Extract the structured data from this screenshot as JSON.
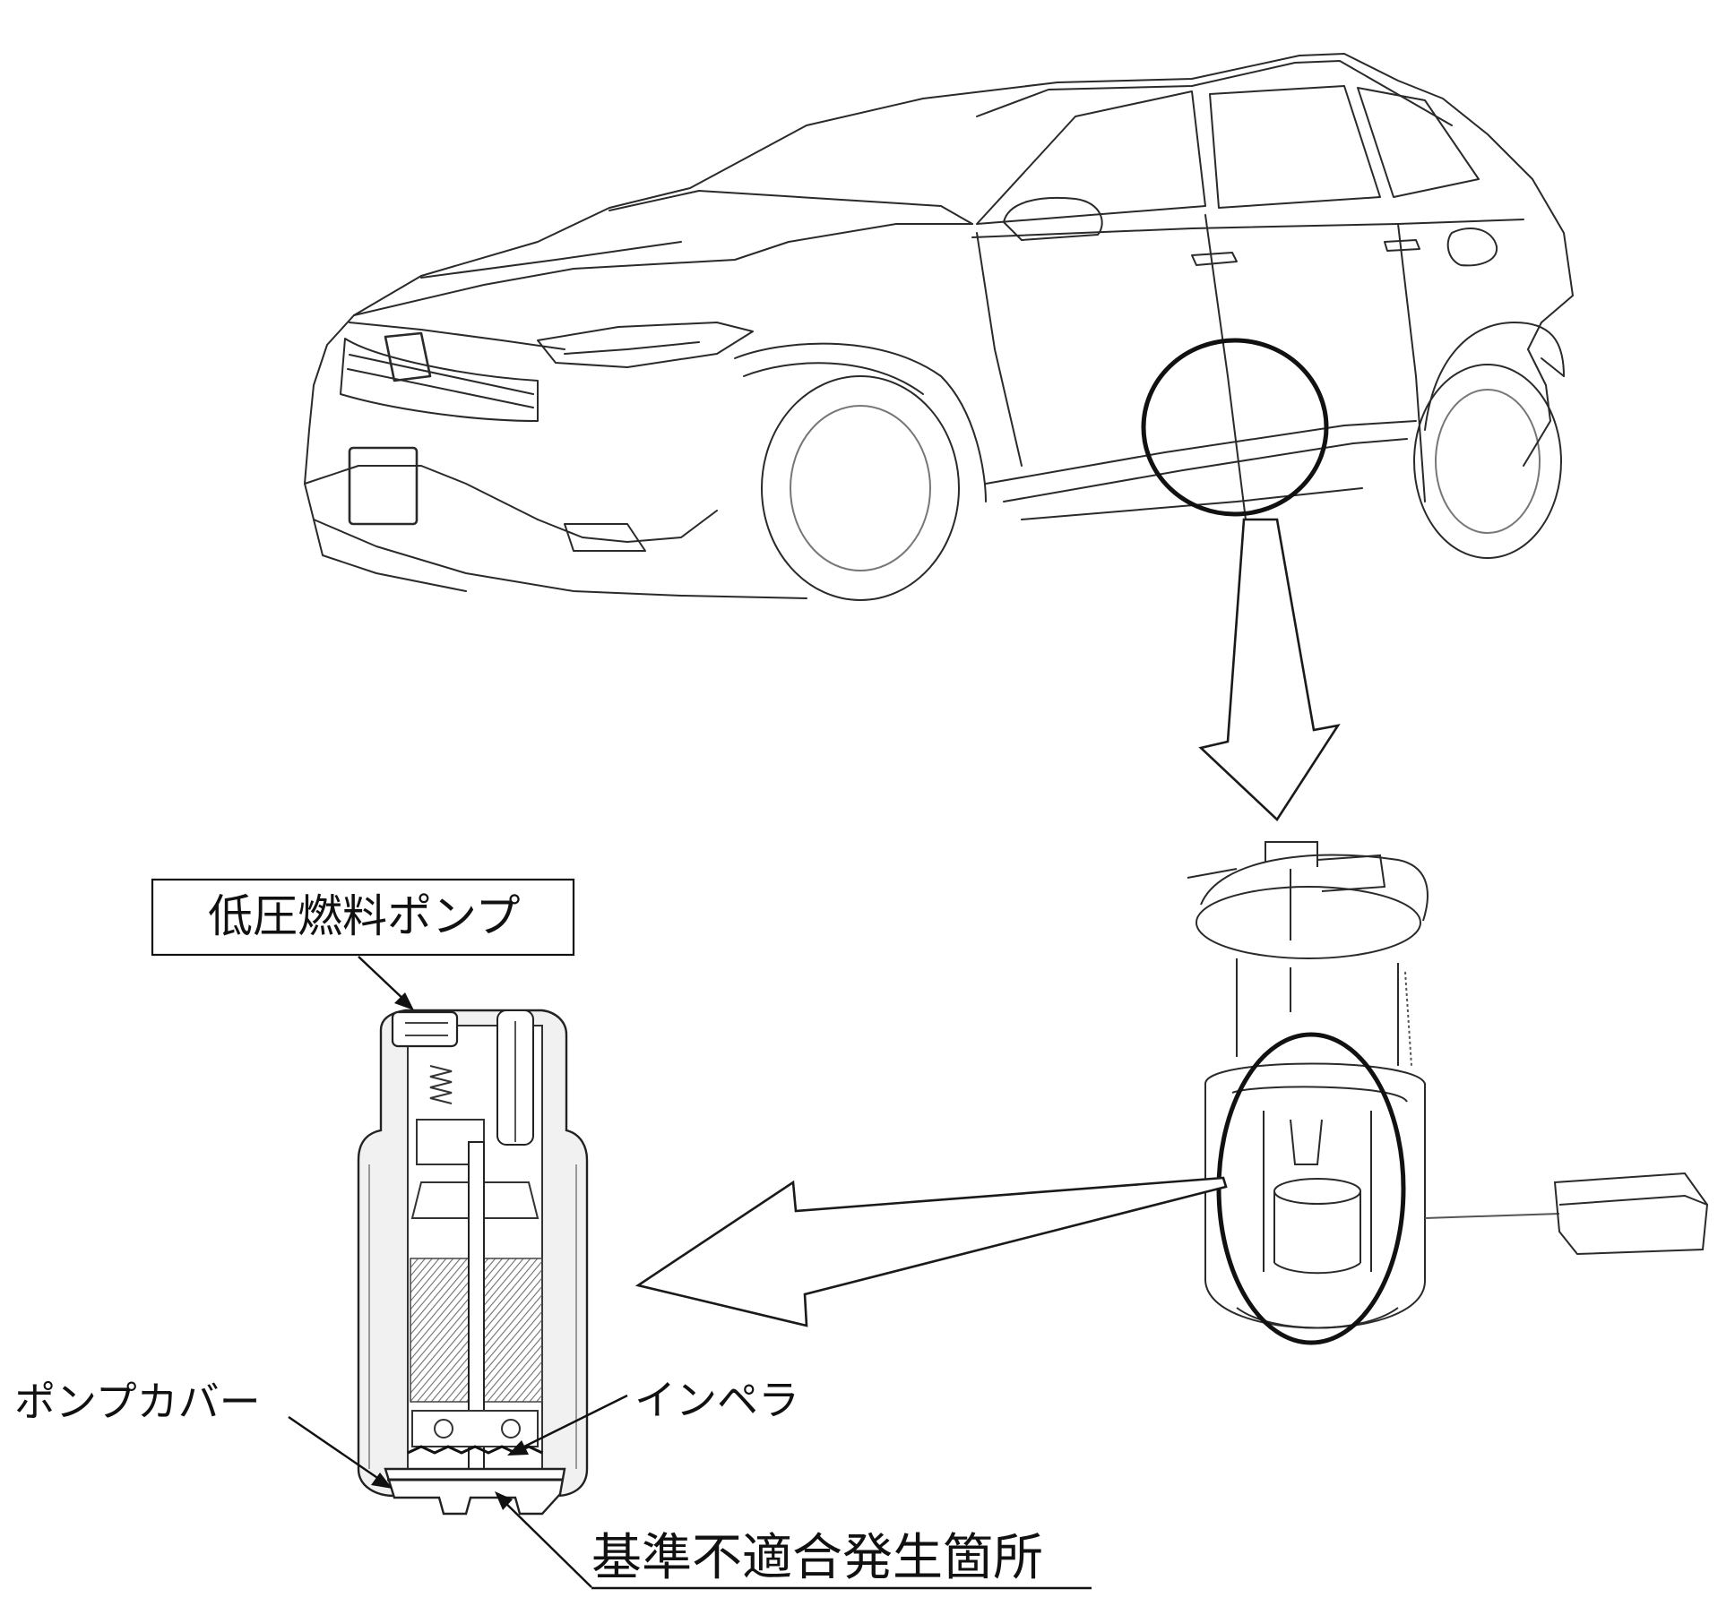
{
  "labels": {
    "low_pressure_fuel_pump": "低圧燃料ポンプ",
    "pump_cover": "ポンプカバー",
    "impeller": "インペラ",
    "nonconformity_location": "基準不適合発生箇所"
  },
  "colors": {
    "line": "#1a1a1a",
    "light_line": "#777777",
    "background": "#ffffff",
    "pump_body_fill": "#f1f1f1",
    "motor_hatch": "#6f6f6f"
  },
  "icons": {
    "arrow_down": "hollow-down-arrow",
    "arrow_left": "hollow-left-arrow",
    "highlight": "ellipse-outline"
  }
}
